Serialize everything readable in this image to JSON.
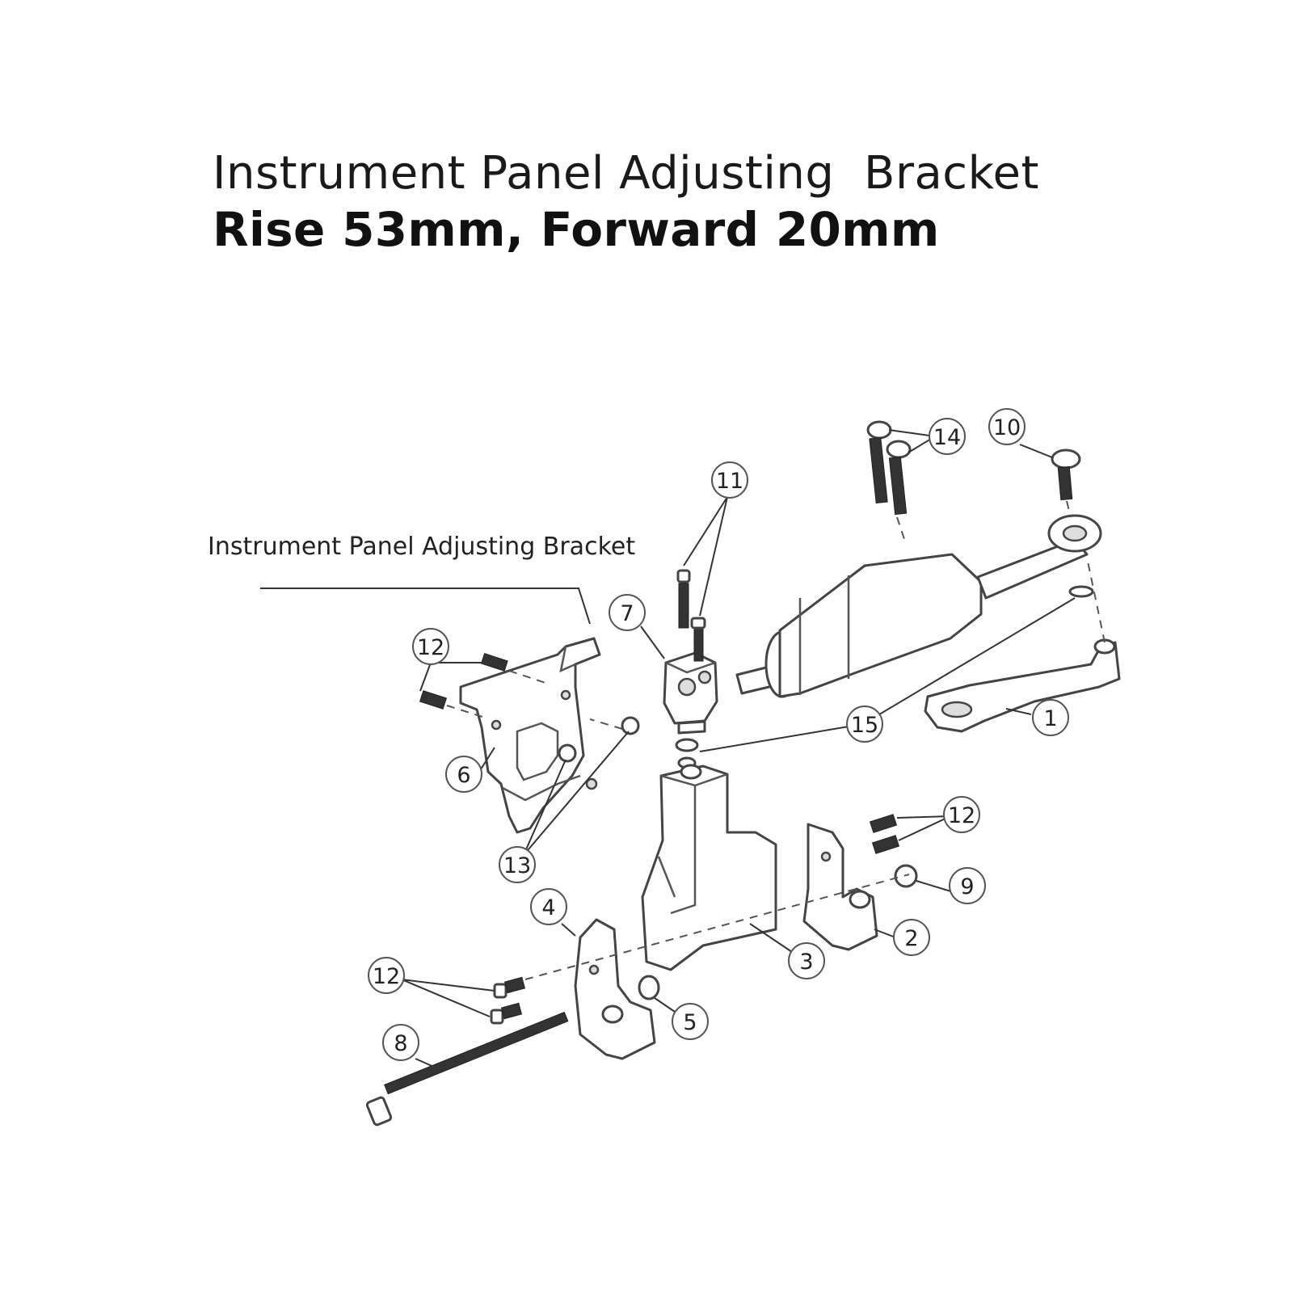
{
  "title": {
    "line1": "Instrument Panel Adjusting  Bracket",
    "line2": "Rise 53mm, Forward 20mm"
  },
  "bracket_label": "Instrument Panel Adjusting Bracket",
  "callouts": {
    "c1": "1",
    "c2": "2",
    "c3": "3",
    "c4": "4",
    "c5": "5",
    "c6": "6",
    "c7": "7",
    "c8": "8",
    "c9": "9",
    "c10": "10",
    "c11": "11",
    "c12a": "12",
    "c12b": "12",
    "c12c": "12",
    "c13": "13",
    "c14": "14",
    "c15": "15"
  }
}
